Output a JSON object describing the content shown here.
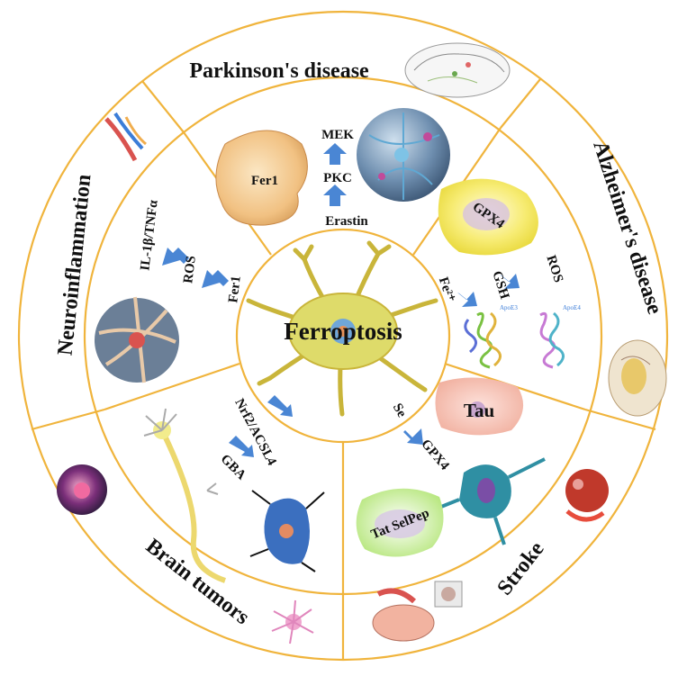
{
  "center": {
    "label": "Ferroptosis"
  },
  "diseases": {
    "parkinsons": "Parkinson's disease",
    "alzheimers": "Alzheimer's disease",
    "neuroinflammation": "Neuroinflammation",
    "brain_tumors": "Brain tumors",
    "stroke": "Stroke"
  },
  "pathways": {
    "parkinsons": {
      "mek": "MEK",
      "pkc": "PKC",
      "erastin": "Erastin",
      "fer1": "Fer1"
    },
    "alzheimers": {
      "gpx4": "GPX4",
      "ros": "ROS",
      "gsh": "GSH",
      "fe": "Fe²⁺",
      "apoe3": "ApoE3",
      "apoe4": "ApoE4"
    },
    "neuroinflammation": {
      "il": "IL-1β/TNFα",
      "ros": "ROS",
      "fer1": "Fer1"
    },
    "brain_tumors": {
      "nrf2": "Nrf2/ACSL4",
      "gba": "GBA"
    },
    "stroke": {
      "tau": "Tau",
      "se": "Se",
      "gpx4": "GPX4",
      "tat": "Tat SelPep"
    }
  },
  "colors": {
    "ring": "#f0b43c",
    "arrow": "#4a86d4",
    "neuron": "#c9b53a"
  }
}
